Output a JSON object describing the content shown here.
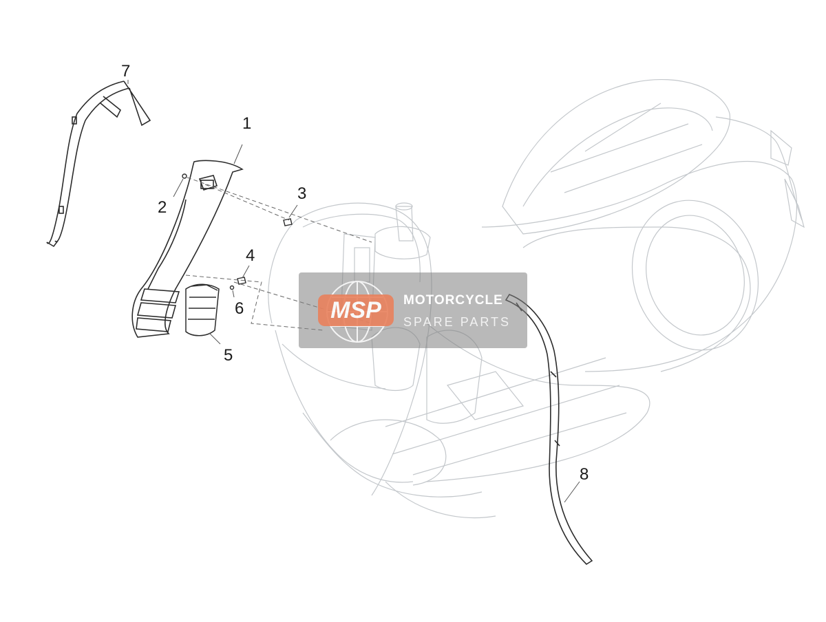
{
  "diagram": {
    "callouts": [
      {
        "id": "1",
        "label": "1"
      },
      {
        "id": "2",
        "label": "2"
      },
      {
        "id": "3",
        "label": "3"
      },
      {
        "id": "4",
        "label": "4"
      },
      {
        "id": "5",
        "label": "5"
      },
      {
        "id": "6",
        "label": "6"
      },
      {
        "id": "7",
        "label": "7"
      },
      {
        "id": "8",
        "label": "8"
      }
    ]
  },
  "watermark": {
    "badge": "MSP",
    "title": "MOTORCYCLE",
    "subtitle": "SPARE PARTS",
    "colors": {
      "badge": "#e9815d",
      "panel": "#808080",
      "text": "#ffffff"
    }
  },
  "colors": {
    "drawing": "#bfc3c7",
    "part": "#2b2b2b",
    "leader": "#555555"
  }
}
